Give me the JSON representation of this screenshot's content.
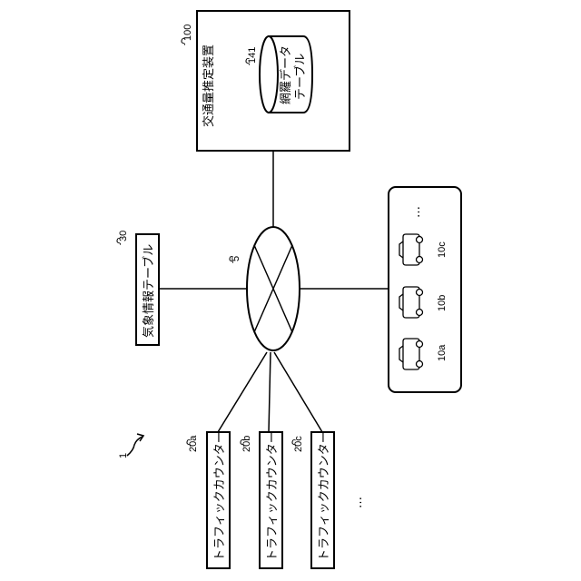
{
  "diagram": {
    "system_ref": "1",
    "network_ref": "5",
    "traffic_estimator": {
      "ref": "100",
      "label": "交通量推定装置",
      "table_ref": "141",
      "table_label_line1": "網羅データ",
      "table_label_line2": "テーブル"
    },
    "weather_table": {
      "ref": "30",
      "label": "気象情報テーブル"
    },
    "vehicles": [
      {
        "ref": "10a"
      },
      {
        "ref": "10b"
      },
      {
        "ref": "10c"
      }
    ],
    "vehicles_more": "…",
    "traffic_counters": [
      {
        "ref": "20a",
        "label": "トラフィックカウンター"
      },
      {
        "ref": "20b",
        "label": "トラフィックカウンター"
      },
      {
        "ref": "20c",
        "label": "トラフィックカウンター"
      }
    ],
    "counters_more": "…"
  }
}
